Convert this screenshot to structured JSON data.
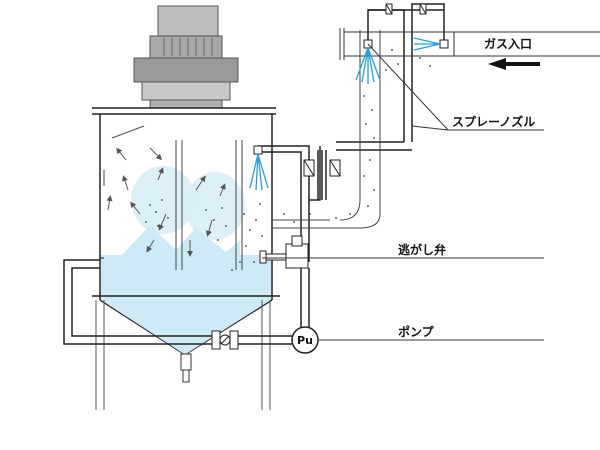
{
  "labels": {
    "gas_inlet": "ガス入口",
    "spray_nozzle": "スプレーノズル",
    "relief_valve": "逃がし弁",
    "pump": "ポンプ",
    "pump_symbol": "Pu"
  },
  "colors": {
    "line": "#222222",
    "liquid": "#cfeaf7",
    "spray": "#2a9fd6",
    "motor": "#9a9a9a",
    "dust": "#333333"
  },
  "icons": {
    "gas_arrow": "left-arrow-icon",
    "valve": "butterfly-valve-icon",
    "pump": "pump-icon",
    "motor": "motor-icon"
  }
}
